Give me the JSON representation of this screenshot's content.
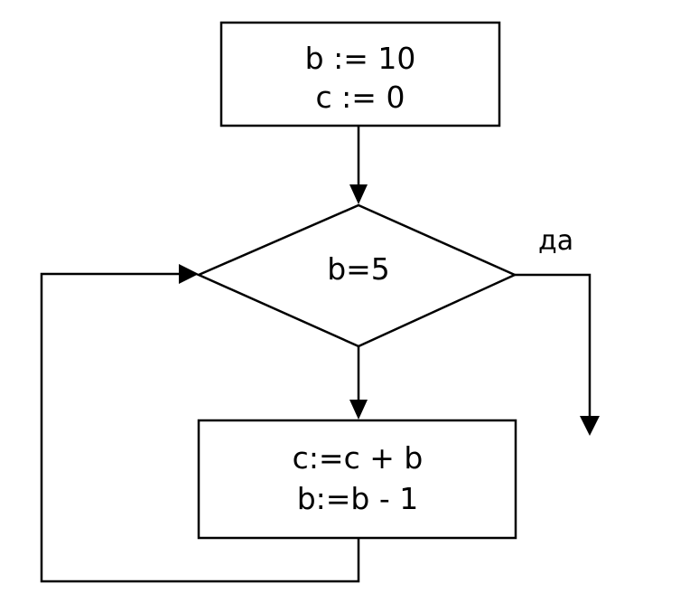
{
  "flowchart": {
    "init_block": {
      "lines": [
        "b := 10",
        "c := 0"
      ]
    },
    "condition": {
      "text": "b=5",
      "yes_label": "да"
    },
    "loop_body": {
      "lines": [
        "c:=c + b",
        "b:=b - 1"
      ]
    }
  }
}
